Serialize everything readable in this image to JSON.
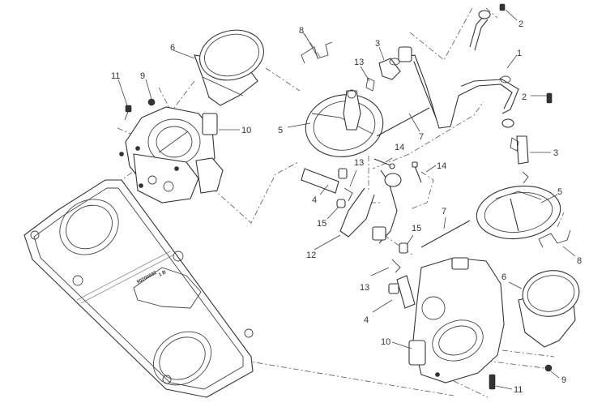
{
  "diagram": {
    "title": "Throttle body assembly exploded view",
    "stamp_text": "90200032",
    "stamp_small": "1 B",
    "callouts": [
      {
        "id": "c-1",
        "label": "1"
      },
      {
        "id": "c-2a",
        "label": "2"
      },
      {
        "id": "c-2b",
        "label": "2"
      },
      {
        "id": "c-3a",
        "label": "3"
      },
      {
        "id": "c-3b",
        "label": "3"
      },
      {
        "id": "c-4a",
        "label": "4"
      },
      {
        "id": "c-4b",
        "label": "4"
      },
      {
        "id": "c-5a",
        "label": "5"
      },
      {
        "id": "c-5b",
        "label": "5"
      },
      {
        "id": "c-6a",
        "label": "6"
      },
      {
        "id": "c-6b",
        "label": "6"
      },
      {
        "id": "c-7a",
        "label": "7"
      },
      {
        "id": "c-7b",
        "label": "7"
      },
      {
        "id": "c-8a",
        "label": "8"
      },
      {
        "id": "c-8b",
        "label": "8"
      },
      {
        "id": "c-9a",
        "label": "9"
      },
      {
        "id": "c-9b",
        "label": "9"
      },
      {
        "id": "c-10a",
        "label": "10"
      },
      {
        "id": "c-10b",
        "label": "10"
      },
      {
        "id": "c-11a",
        "label": "11"
      },
      {
        "id": "c-11b",
        "label": "11"
      },
      {
        "id": "c-12",
        "label": "12"
      },
      {
        "id": "c-13a",
        "label": "13"
      },
      {
        "id": "c-13b",
        "label": "13"
      },
      {
        "id": "c-13c",
        "label": "13"
      },
      {
        "id": "c-14a",
        "label": "14"
      },
      {
        "id": "c-14b",
        "label": "14"
      },
      {
        "id": "c-15a",
        "label": "15"
      },
      {
        "id": "c-15b",
        "label": "15"
      }
    ]
  }
}
